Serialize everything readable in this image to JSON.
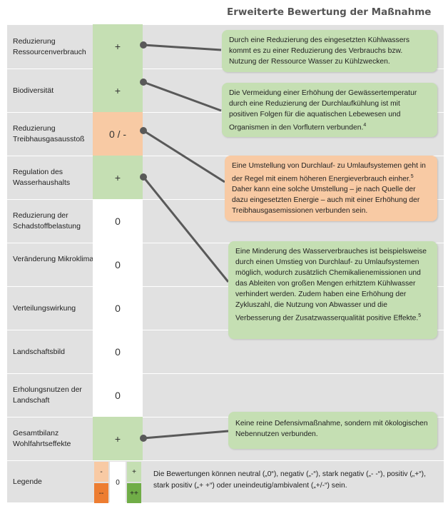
{
  "title": "Erweiterte Bewertung der Maßnahme",
  "rows": [
    {
      "label": "Reduzierung Ressourcenverbrauch",
      "score": "+"
    },
    {
      "label": "Biodiversität",
      "score": "+"
    },
    {
      "label": "Reduzierung Treibhausgasausstoß",
      "score": "0 / -"
    },
    {
      "label": "Regulation des Wasserhaushalts",
      "score": "+"
    },
    {
      "label": "Reduzierung der Schadstoffbelastung",
      "score": "0"
    },
    {
      "label": "Veränderung Mikroklima",
      "score": "0"
    },
    {
      "label": "Verteilungswirkung",
      "score": "0"
    },
    {
      "label": "Landschaftsbild",
      "score": "0"
    },
    {
      "label": "Erholungsnutzen der Landschaft",
      "score": "0"
    },
    {
      "label": "Gesamtbilanz Wohlfahrtseffekte",
      "score": "+"
    }
  ],
  "boxes": [
    {
      "text": "Durch eine Reduzierung des eingesetzten Kühlwassers kommt es zu einer Reduzierung des Verbrauchs bzw. Nutzung der Ressource Wasser zu Kühlzwecken.",
      "sup": ""
    },
    {
      "text": "Die Vermeidung einer Erhöhung der Gewässertemperatur durch eine Reduzierung der Durchlaufkühlung ist mit positiven Folgen für die aquatischen Lebewesen und Organismen in den Vorflutern verbunden.",
      "sup": "4"
    },
    {
      "text": "Eine Umstellung von Durchlauf- zu Umlaufsystemen geht in der Regel mit einem höheren Energieverbrauch einher.",
      "sup": "5",
      "text2": " Daher kann eine solche Umstellung – je nach Quelle der dazu eingesetzten Energie – auch mit einer Erhöhung der Treibhausgasemissionen verbunden sein."
    },
    {
      "text": "Eine Minderung des Wasserverbrauches ist beispielsweise durch einen Umstieg von Durchlauf- zu Umlaufsystemen möglich, wodurch zusätzlich Chemikalienemissionen und das Ableiten von großen Mengen erhitztem Kühlwasser verhindert werden. Zudem haben eine Erhöhung der Zykluszahl, die Nutzung von Abwasser und die Verbesserung der Zusatzwasserqualität positive Effekte.",
      "sup": "5"
    },
    {
      "text": "Keine reine Defensivmaßnahme, sondern mit ökologischen Nebennutzen verbunden.",
      "sup": ""
    }
  ],
  "legend": {
    "label": "Legende",
    "neg": "-",
    "strong_neg": "--",
    "neutral": "0",
    "pos": "+",
    "strong_pos": "++",
    "text": "Die Bewertungen können neutral („0“), negativ („-“), stark negativ („- -“), positiv („+“), stark positiv („+ +“) oder uneindeutig/ambivalent („+/-“) sein."
  },
  "colors": {
    "positive": "#c5dfb3",
    "negative": "#f8caa4",
    "strong_negative": "#ed7d31",
    "strong_positive": "#70ad47",
    "panel": "#e1e1e1",
    "connector": "#595959"
  }
}
